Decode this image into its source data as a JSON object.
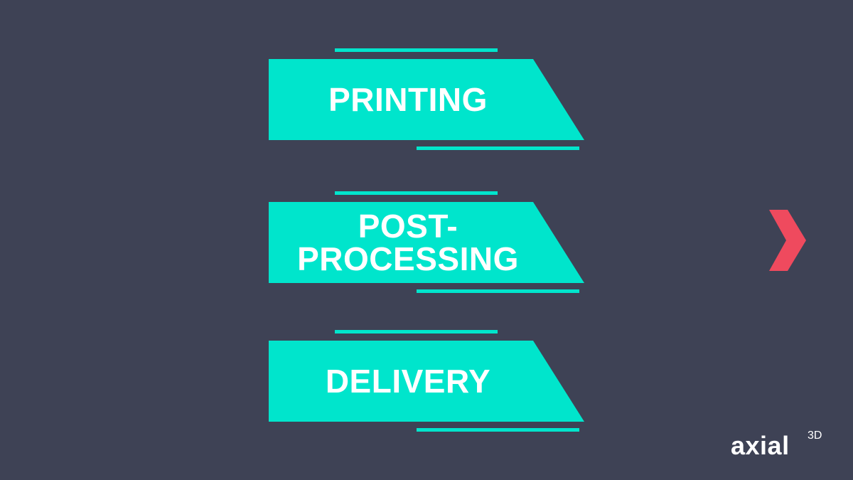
{
  "stages": [
    {
      "label": "PRINTING"
    },
    {
      "label": "POST-\nPROCESSING"
    },
    {
      "label": "DELIVERY"
    }
  ],
  "navigation": {
    "next_icon": "chevron-right-icon"
  },
  "logo": {
    "word": "axial",
    "superscript": "3D"
  },
  "colors": {
    "background": "#3e4255",
    "accent": "#00e5cc",
    "chevron": "#ef4a5e",
    "text": "#ffffff"
  }
}
